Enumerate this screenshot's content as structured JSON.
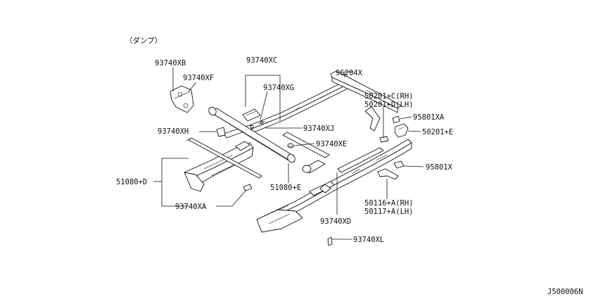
{
  "header_note": "（ダンプ）",
  "diagram_code": "J500006N",
  "labels": {
    "xb": "93740XB",
    "xf": "93740XF",
    "xc": "93740XC",
    "xg": "93740XG",
    "p96204x": "96204X",
    "rh_c": "50201+C(RH)",
    "lh_d": "50201+D(LH)",
    "p95801xa": "95801XA",
    "p50201e": "50201+E",
    "xh": "93740XH",
    "xj": "93740XJ",
    "xe": "93740XE",
    "p95801x": "95801X",
    "p51080d": "51080+D",
    "p51080e": "51080+E",
    "xa": "93740XA",
    "rh_a": "50116+A(RH)",
    "lh_a": "50117+A(LH)",
    "xd": "93740XD",
    "xl": "93740XL"
  }
}
